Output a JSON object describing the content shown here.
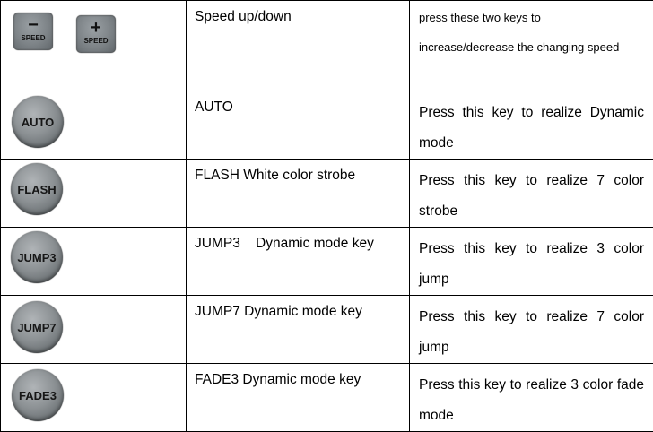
{
  "rows": [
    {
      "keys": [
        {
          "symbol": "−",
          "label": "SPEED",
          "icon": "speed-down-key-icon"
        },
        {
          "symbol": "+",
          "label": "SPEED",
          "icon": "speed-up-key-icon"
        }
      ],
      "function": "Speed up/down",
      "description_lines": [
        "press these two keys to",
        "increase/decrease the changing speed"
      ]
    },
    {
      "key": {
        "label": "AUTO",
        "icon": "auto-key-icon"
      },
      "function": "AUTO",
      "description": "Press this key to realize Dynamic mode"
    },
    {
      "key": {
        "label": "FLASH",
        "icon": "flash-key-icon"
      },
      "function": "FLASH White color strobe",
      "description": "Press this key to realize 7 color strobe"
    },
    {
      "key": {
        "label": "JUMP3",
        "icon": "jump3-key-icon"
      },
      "function": "JUMP3    Dynamic mode key",
      "description": "Press this key to realize 3 color jump"
    },
    {
      "key": {
        "label": "JUMP7",
        "icon": "jump7-key-icon"
      },
      "function": "JUMP7 Dynamic mode key",
      "description": "Press this key to realize 7 color jump"
    },
    {
      "key": {
        "label": "FADE3",
        "icon": "fade3-key-icon"
      },
      "function": "FADE3 Dynamic mode key",
      "description": "Press this key to realize 3 color fade mode"
    }
  ]
}
